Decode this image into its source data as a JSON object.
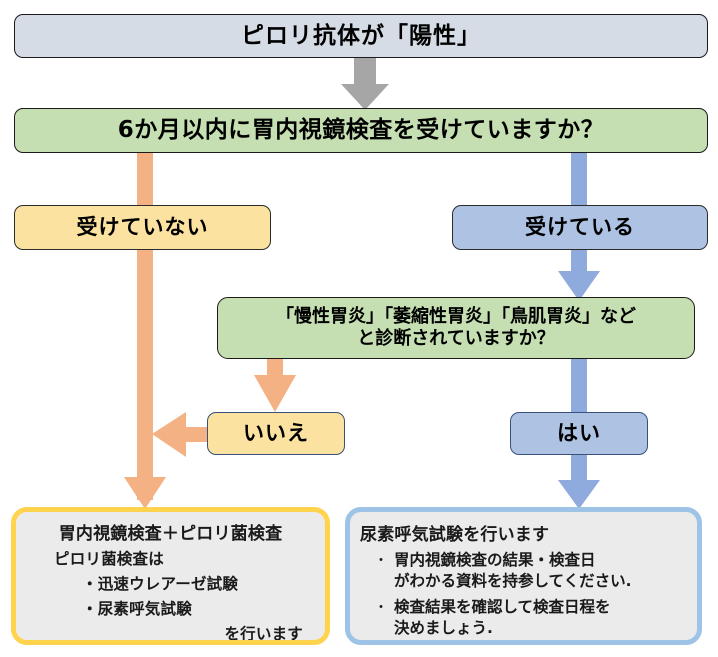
{
  "chart_data": {
    "type": "diagram",
    "title": "ピロリ抗体が「陽性」の場合の検査フロー",
    "nodes": [
      {
        "id": "positive",
        "label": "ピロリ抗体が「陽性」",
        "shape": "rounded-rect",
        "color": "#d5dce6"
      },
      {
        "id": "q1",
        "label": "6か月以内に胃内視鏡検査を受けていますか？",
        "shape": "rounded-rect",
        "color": "#c5dfb2"
      },
      {
        "id": "no_endo",
        "label": "受けていない",
        "shape": "rounded-rect",
        "color": "#fbe2a0"
      },
      {
        "id": "yes_endo",
        "label": "受けている",
        "shape": "rounded-rect",
        "color": "#aec2e4"
      },
      {
        "id": "q2",
        "label": "「慢性胃炎」「萎縮性胃炎」「鳥肌胃炎」など\nと診断されていますか？",
        "shape": "rounded-rect",
        "color": "#c5dfb2"
      },
      {
        "id": "iie",
        "label": "いいえ",
        "shape": "rounded-rect",
        "color": "#fbe2a0"
      },
      {
        "id": "hai",
        "label": "はい",
        "shape": "rounded-rect",
        "color": "#aec2e4"
      },
      {
        "id": "outcome_left",
        "label": "胃内視鏡検査＋ピロリ菌検査",
        "shape": "rounded-rect",
        "color": "#ebebeb",
        "border": "#ffd34d"
      },
      {
        "id": "outcome_right",
        "label": "尿素呼気試験を行います",
        "shape": "rounded-rect",
        "color": "#ebebeb",
        "border": "#9dc3e6"
      }
    ],
    "edges": [
      {
        "from": "positive",
        "to": "q1",
        "color": "#a6a6a6"
      },
      {
        "from": "q1",
        "to": "outcome_left",
        "color": "#f4b183"
      },
      {
        "from": "q1",
        "to": "yes_endo",
        "color": "#8faadc"
      },
      {
        "from": "yes_endo",
        "to": "q2",
        "color": "#8faadc"
      },
      {
        "from": "q2",
        "to": "iie",
        "color": "#f4b183"
      },
      {
        "from": "q2",
        "to": "hai",
        "color": "#8faadc"
      },
      {
        "from": "iie",
        "to": "outcome_left",
        "color": "#f4b183"
      },
      {
        "from": "hai",
        "to": "outcome_right",
        "color": "#8faadc"
      }
    ]
  },
  "colors": {
    "arrow_gray": "#a6a6a6",
    "arrow_orange": "#f4b183",
    "arrow_blue": "#8faadc",
    "node_bluegrey": "#d5dce6",
    "node_green": "#c5dfb2",
    "node_yellow": "#fbe2a0",
    "node_blue": "#aec2e4",
    "outcome_fill": "#ebebeb",
    "outcome_border_yellow": "#ffd34d",
    "outcome_border_blue": "#9dc3e6",
    "outline_dark": "#1a1a1a"
  },
  "nodes": {
    "positive": {
      "label": "ピロリ抗体が「陽性」"
    },
    "q1": {
      "label": "6か月以内に胃内視鏡検査を受けていますか？"
    },
    "no_endo": {
      "label": "受けていない"
    },
    "yes_endo": {
      "label": "受けている"
    },
    "q2": {
      "line1": "「慢性胃炎」「萎縮性胃炎」「鳥肌胃炎」など",
      "line2": "と診断されていますか？"
    },
    "iie": {
      "label": "いいえ"
    },
    "hai": {
      "label": "はい"
    }
  },
  "outcome_left": {
    "title": "胃内視鏡検査＋ピロリ菌検査",
    "sub": "ピロリ菌検査は",
    "bullet1": "・迅速ウレアーゼ試験",
    "bullet2": "・尿素呼気試験",
    "tail": "を行います"
  },
  "outcome_right": {
    "title": "尿素呼気試験を行います",
    "bullet_marker": "・",
    "bullets": [
      {
        "line1": "胃内視鏡検査の結果・検査日",
        "line2": "がわかる資料を持参してください."
      },
      {
        "line1": "検査結果を確認して検査日程を",
        "line2": "決めましょう."
      }
    ]
  }
}
